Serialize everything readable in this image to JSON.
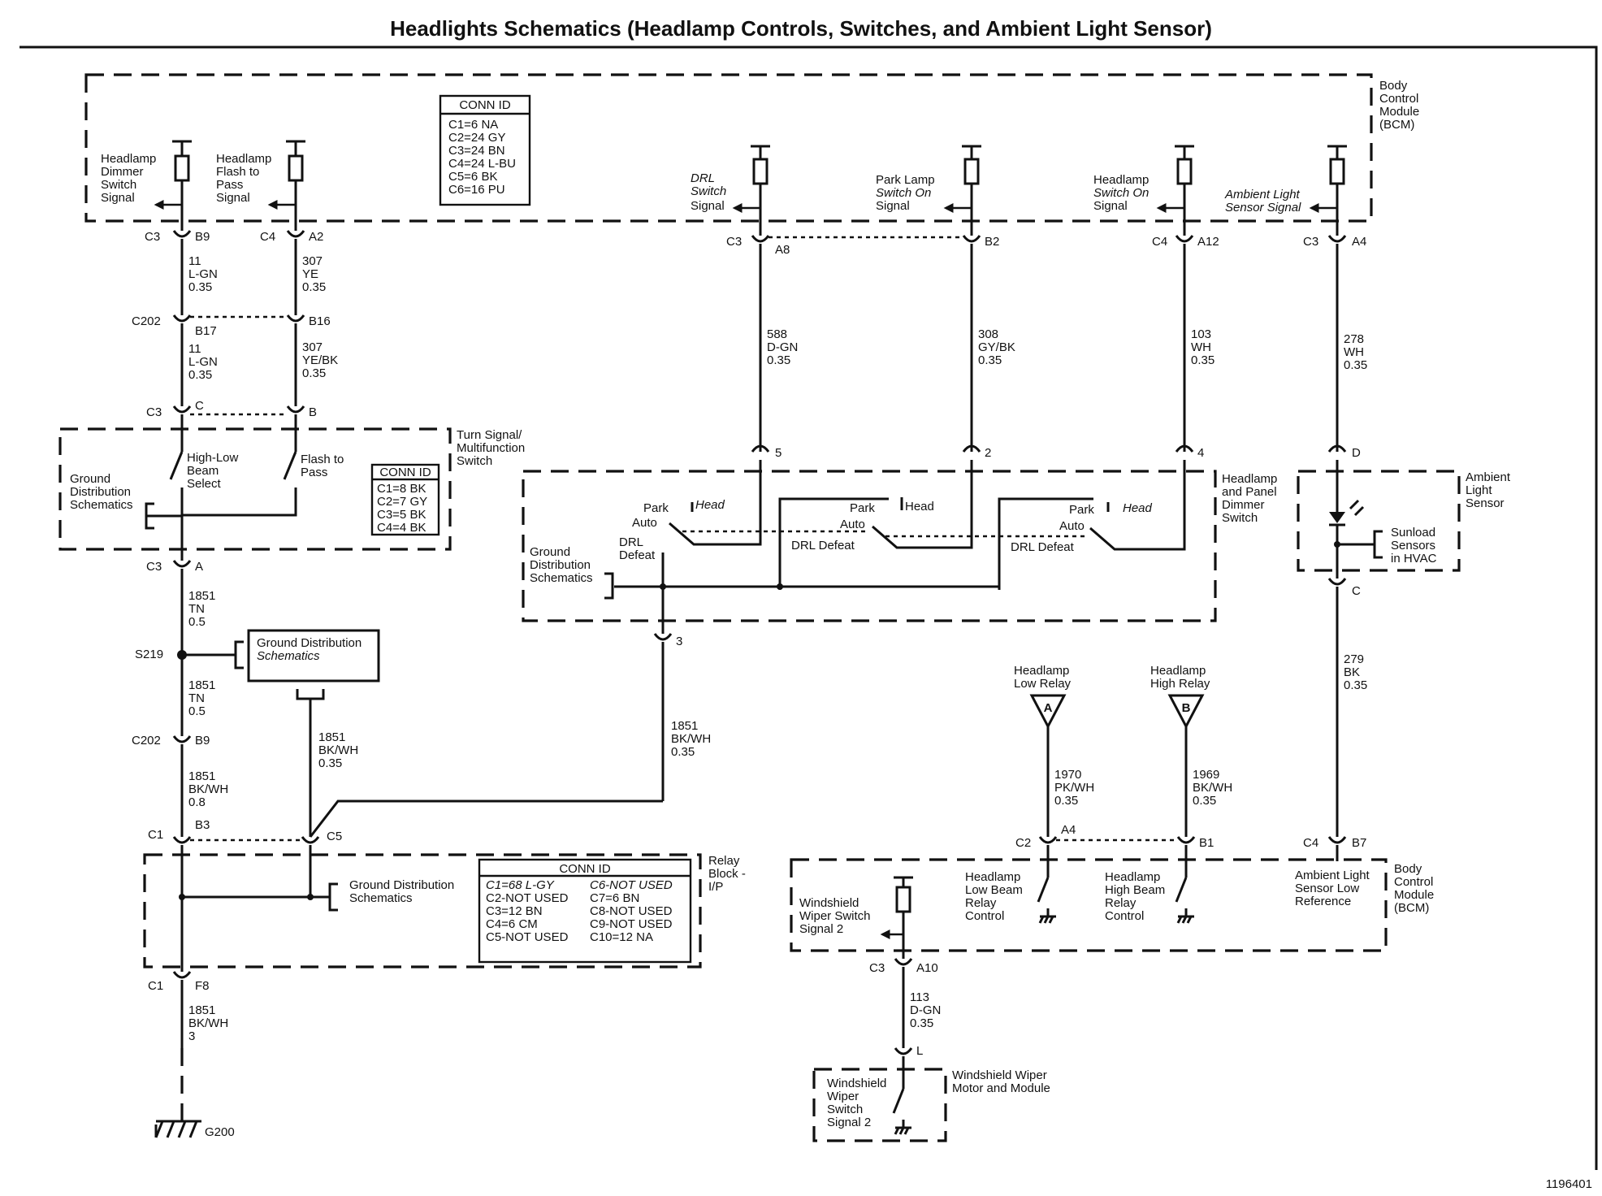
{
  "title": "Headlights Schematics (Headlamp Controls, Switches, and Ambient Light Sensor)",
  "figure_id": "1196401",
  "components": {
    "bcm": [
      "Body",
      "Control",
      "Module",
      "(BCM)"
    ],
    "turn_signal": [
      "Turn Signal/",
      "Multifunction",
      "Switch"
    ],
    "dimmer_switch": [
      "Headlamp",
      "and Panel",
      "Dimmer",
      "Switch"
    ],
    "ambient_sensor": [
      "Ambient",
      "Light",
      "Sensor"
    ],
    "relay_block": [
      "Relay",
      "Block -",
      "I/P"
    ],
    "wiper_module": [
      "Windshield Wiper",
      "Motor and Module"
    ],
    "sunload": [
      "Sunload",
      "Sensors",
      "in HVAC"
    ],
    "ground_dist": [
      "Ground",
      "Distribution",
      "Schematics"
    ],
    "ground_dist_box": [
      "Ground Distribution",
      "Schematics"
    ],
    "ground_dist_relay": [
      "Ground Distribution",
      "Schematics"
    ],
    "low_relay": [
      "Headlamp",
      "Low Relay"
    ],
    "high_relay": [
      "Headlamp",
      "High Relay"
    ],
    "relay_a": "A",
    "relay_b": "B",
    "ground": "G200",
    "splice": "S219"
  },
  "conn_id_bcm": {
    "heading": "CONN ID",
    "rows": [
      "C1=6 NA",
      "C2=24 GY",
      "C3=24 BN",
      "C4=24 L-BU",
      "C5=6 BK",
      "C6=16 PU"
    ]
  },
  "conn_id_turn": {
    "heading": "CONN ID",
    "rows": [
      "C1=8 BK",
      "C2=7 GY",
      "C3=5 BK",
      "C4=4 BK"
    ]
  },
  "conn_id_relay": {
    "heading": "CONN ID",
    "left": [
      "C1=68 L-GY",
      "C2-NOT USED",
      "C3=12 BN",
      "C4=6 CM",
      "C5-NOT USED"
    ],
    "right": [
      "C6-NOT USED",
      "C7=6 BN",
      "C8-NOT USED",
      "C9-NOT USED",
      "C10=12 NA"
    ]
  },
  "signals": {
    "dimmer": [
      "Headlamp",
      "Dimmer",
      "Switch",
      "Signal"
    ],
    "flash": [
      "Headlamp",
      "Flash to",
      "Pass",
      "Signal"
    ],
    "drl": [
      "DRL",
      "Switch",
      "Signal"
    ],
    "park": [
      "Park Lamp",
      "Switch On",
      "Signal"
    ],
    "headsw": [
      "Headlamp",
      "Switch On",
      "Signal"
    ],
    "ambient": [
      "Ambient Light",
      "Sensor Signal"
    ],
    "wiper": [
      "Windshield",
      "Wiper Switch",
      "Signal 2"
    ],
    "wiper_sw": [
      "Windshield",
      "Wiper",
      "Switch",
      "Signal 2"
    ],
    "low_ctrl": [
      "Headlamp",
      "Low Beam",
      "Relay",
      "Control"
    ],
    "high_ctrl": [
      "Headlamp",
      "High Beam",
      "Relay",
      "Control"
    ],
    "amb_ref": [
      "Ambient Light",
      "Sensor Low",
      "Reference"
    ]
  },
  "switch_labels": {
    "high_low": [
      "High-Low",
      "Beam",
      "Select"
    ],
    "flash_pass": [
      "Flash to",
      "Pass"
    ],
    "park": "Park",
    "head": "Head",
    "auto": "Auto",
    "drl_defeat": [
      "DRL",
      "Defeat"
    ],
    "drl_defeat_inline": "DRL Defeat"
  },
  "pins": {
    "c3": "C3",
    "c4": "C4",
    "c202": "C202",
    "c1": "C1",
    "c2": "C2",
    "c5": "C5",
    "b9": "B9",
    "a2": "A2",
    "b17": "B17",
    "b16": "B16",
    "c": "C",
    "b": "B",
    "a": "A",
    "a8": "A8",
    "b2": "B2",
    "a12": "A12",
    "a4": "A4",
    "p5": "5",
    "p2": "2",
    "p4": "4",
    "p3": "3",
    "d": "D",
    "cc": "C",
    "b3": "B3",
    "f8": "F8",
    "b1": "B1",
    "b7": "B7",
    "a10": "A10",
    "l": "L"
  },
  "wires": {
    "w1": [
      "11",
      "L-GN",
      "0.35"
    ],
    "w2": [
      "307",
      "YE",
      "0.35"
    ],
    "w3": [
      "11",
      "L-GN",
      "0.35"
    ],
    "w4": [
      "307",
      "YE/BK",
      "0.35"
    ],
    "w5": [
      "588",
      "D-GN",
      "0.35"
    ],
    "w6": [
      "308",
      "GY/BK",
      "0.35"
    ],
    "w7": [
      "103",
      "WH",
      "0.35"
    ],
    "w8": [
      "278",
      "WH",
      "0.35"
    ],
    "w9": [
      "1851",
      "TN",
      "0.5"
    ],
    "w10": [
      "1851",
      "TN",
      "0.5"
    ],
    "w11": [
      "1851",
      "BK/WH",
      "0.8"
    ],
    "w12": [
      "1851",
      "BK/WH",
      "0.35"
    ],
    "w13": [
      "1851",
      "BK/WH",
      "0.35"
    ],
    "w14": [
      "279",
      "BK",
      "0.35"
    ],
    "w15": [
      "1970",
      "PK/WH",
      "0.35"
    ],
    "w16": [
      "1969",
      "BK/WH",
      "0.35"
    ],
    "w17": [
      "113",
      "D-GN",
      "0.35"
    ],
    "w18": [
      "1851",
      "BK/WH",
      "3"
    ]
  }
}
